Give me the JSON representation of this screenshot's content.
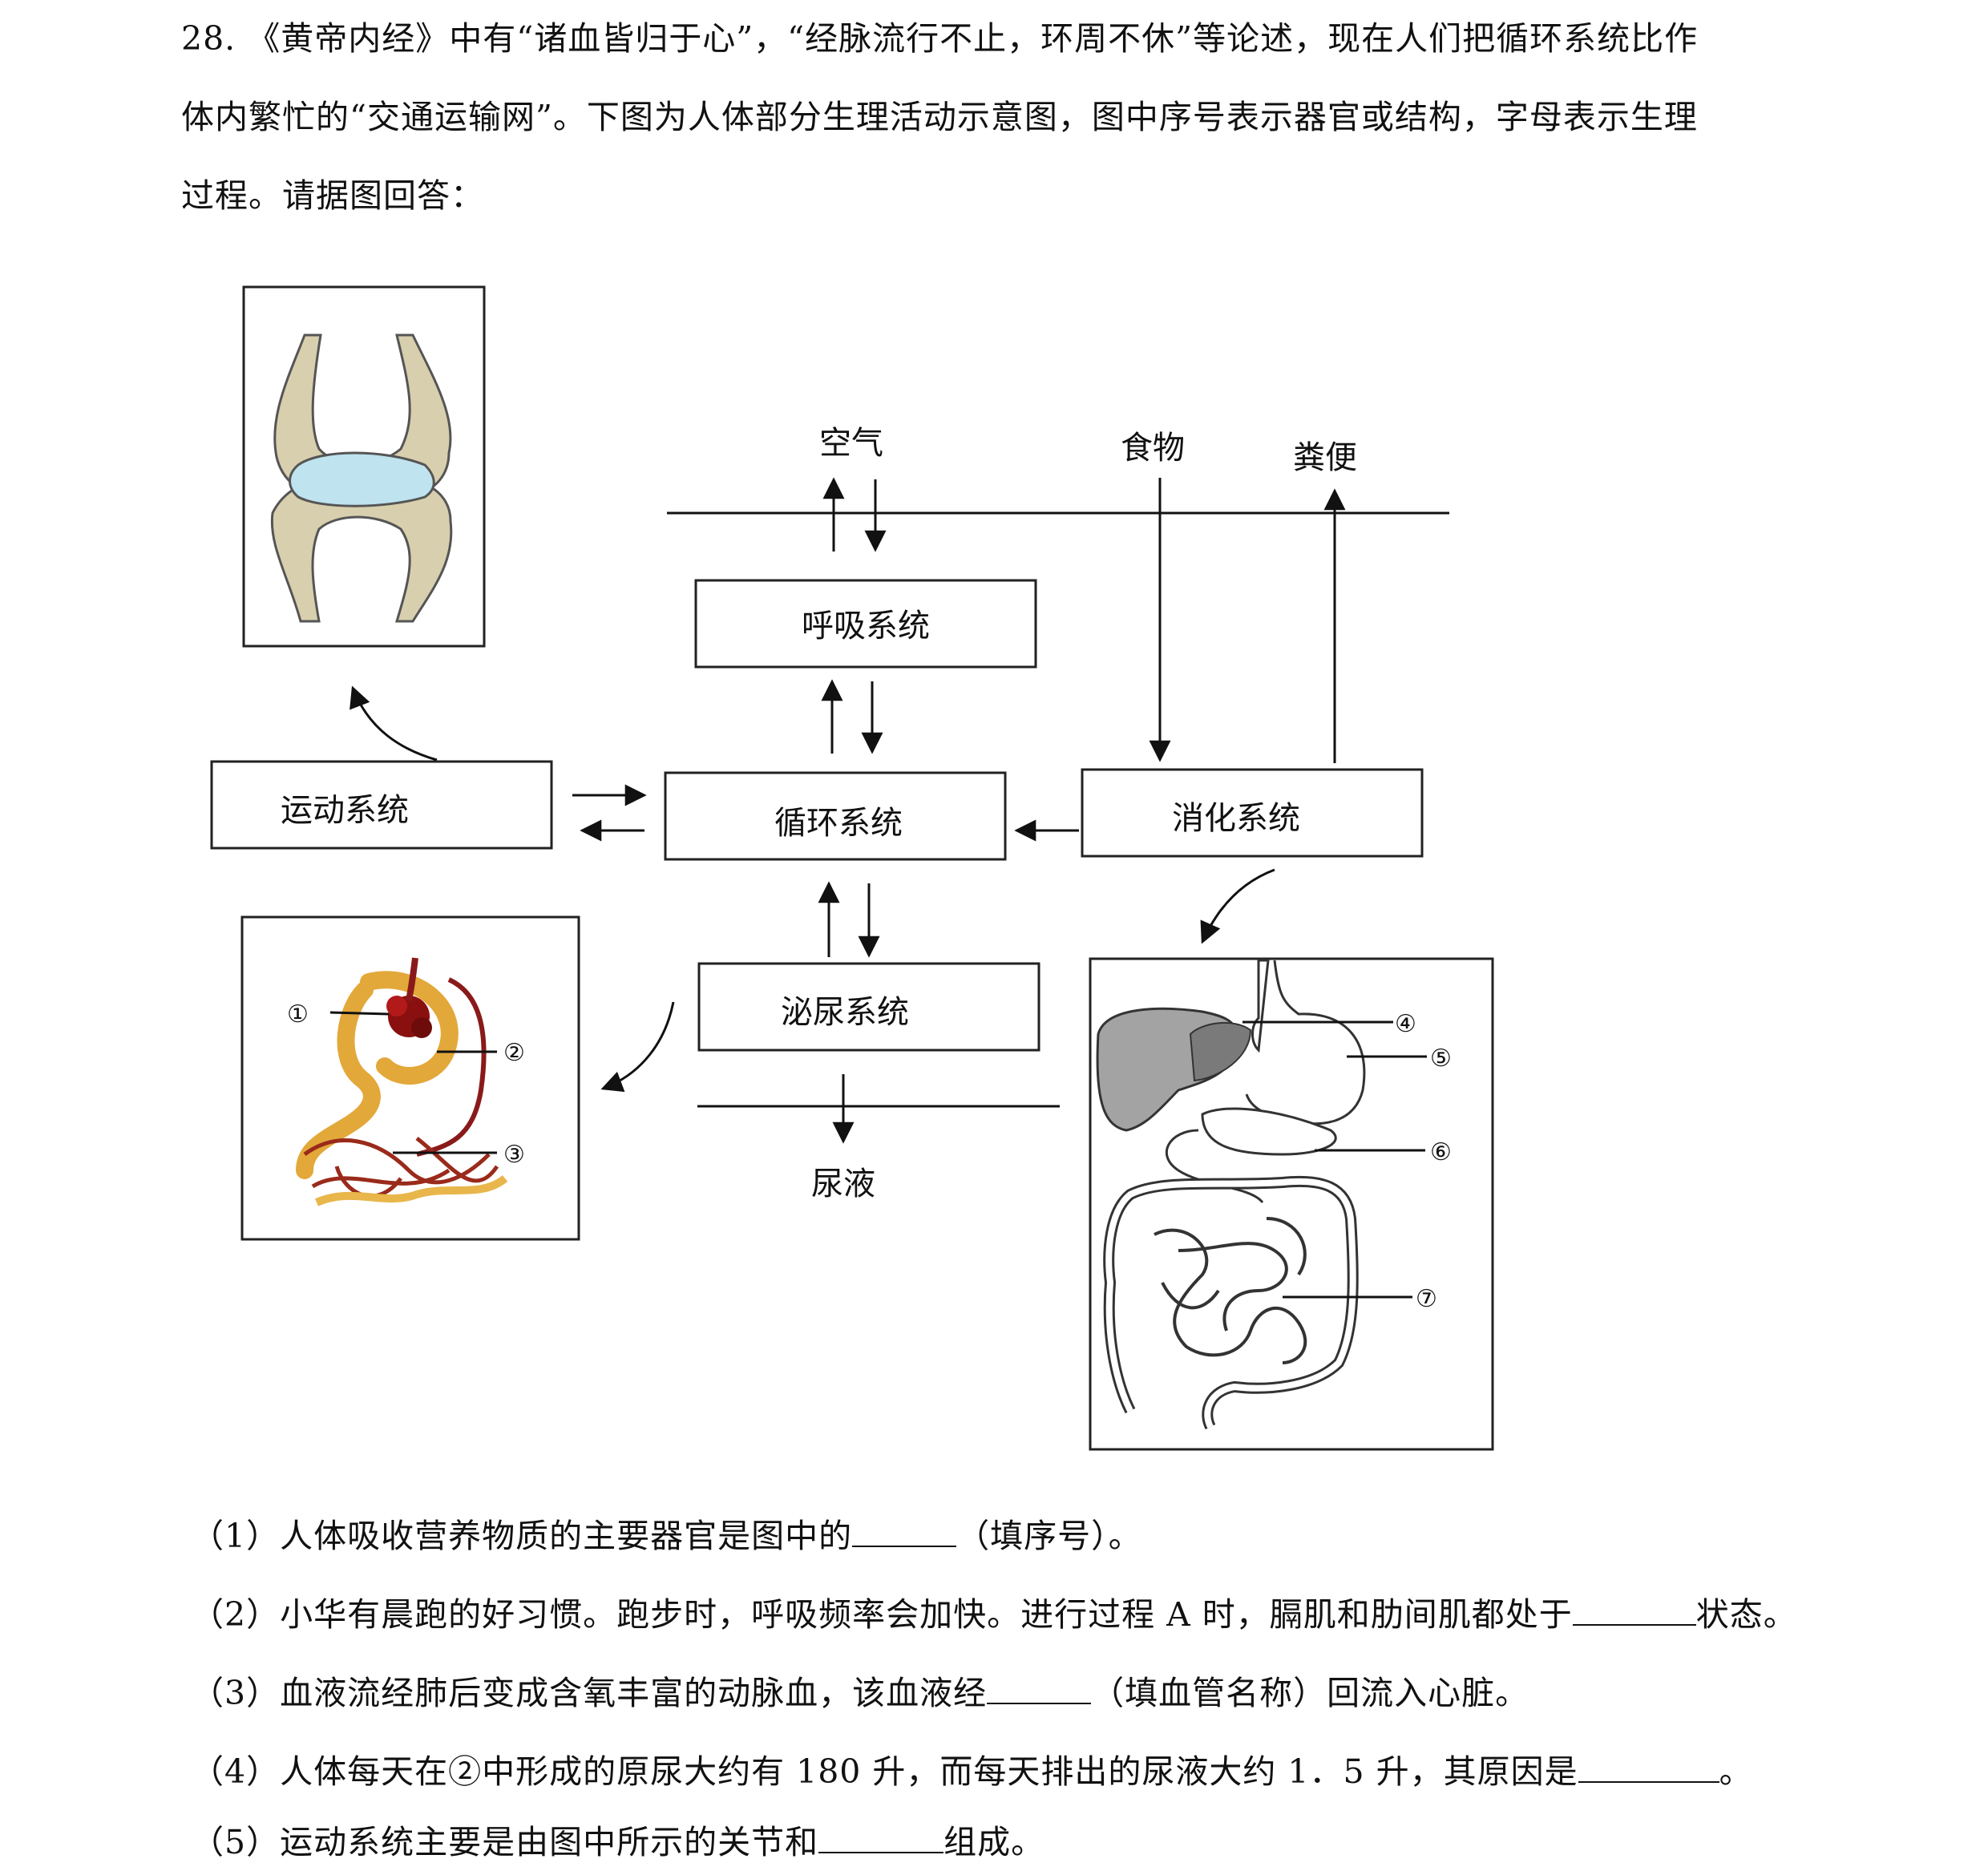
{
  "question": {
    "line1": "28. 《黄帝内经》中有“诸血皆归于心”，“经脉流行不止，环周不休”等论述，现在人们把循环系统比作",
    "line2": "体内繁忙的“交通运输网”。下图为人体部分生理活动示意图，图中序号表示器官或结构，字母表示生理",
    "line3": "过程。请据图回答："
  },
  "diagram": {
    "air": "空气",
    "food": "食物",
    "feces": "粪便",
    "urine": "尿液",
    "respiratory": "呼吸系统",
    "motor": "运动系统",
    "circulatory": "循环系统",
    "digestive": "消化系统",
    "urinary": "泌尿系统",
    "n1": "①",
    "n2": "②",
    "n3": "③",
    "n4": "④",
    "n5": "⑤",
    "n6": "⑥",
    "n7": "⑦"
  },
  "subquestions": {
    "q1a": "（1）人体吸收营养物质的主要器官是图中的",
    "q1b": "（填序号）。",
    "q2a": "（2）小华有晨跑的好习惯。跑步时，呼吸频率会加快。进行过程 A 时，膈肌和肋间肌都处于",
    "q2b": "状态。",
    "q3a": "（3）血液流经肺后变成含氧丰富的动脉血，该血液经",
    "q3b": "（填血管名称）回流入心脏。",
    "q4a": "（4）人体每天在②中形成的原尿大约有 180 升，而每天排出的尿液大约 1．5 升，其原因是",
    "q4b": "。",
    "q5a": "（5）运动系统主要是由图中所示的关节和",
    "q5b": "组成。"
  }
}
